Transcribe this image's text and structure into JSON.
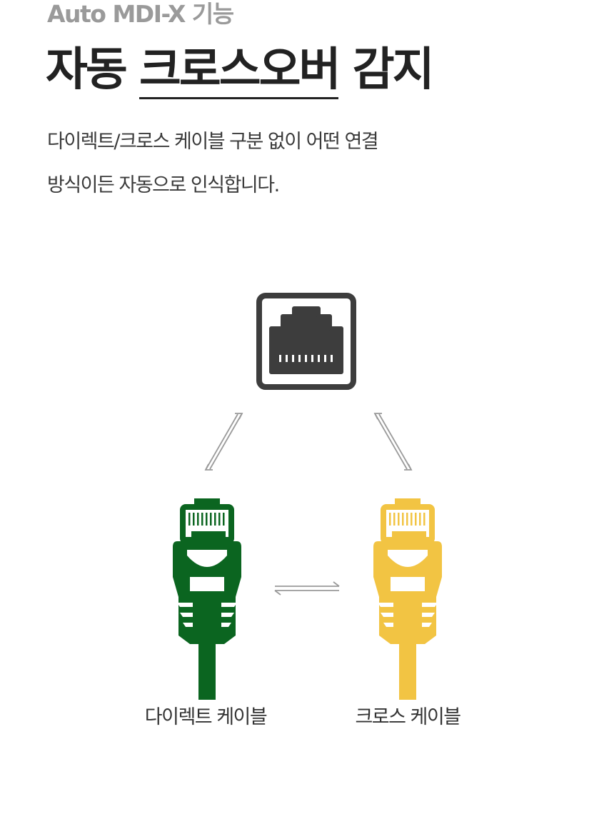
{
  "header": {
    "eyebrow": "Auto MDI-X 기능",
    "title_part1": "자동 ",
    "title_underlined": "크로스오버",
    "title_part2": " 감지"
  },
  "description": {
    "line1": "다이렉트/크로스 케이블 구분 없이 어떤 연결",
    "line2": "방식이든 자동으로 인식합니다."
  },
  "diagram": {
    "port_icon": "ethernet-port-icon",
    "cables": [
      {
        "label": "다이렉트 케이블",
        "icon": "rj45-connector-icon",
        "color": "#0b6520"
      },
      {
        "label": "크로스 케이블",
        "icon": "rj45-connector-icon",
        "color": "#f2c443"
      }
    ],
    "port_color": "#3d3d3d",
    "arrow_color": "#9a9a9a"
  }
}
